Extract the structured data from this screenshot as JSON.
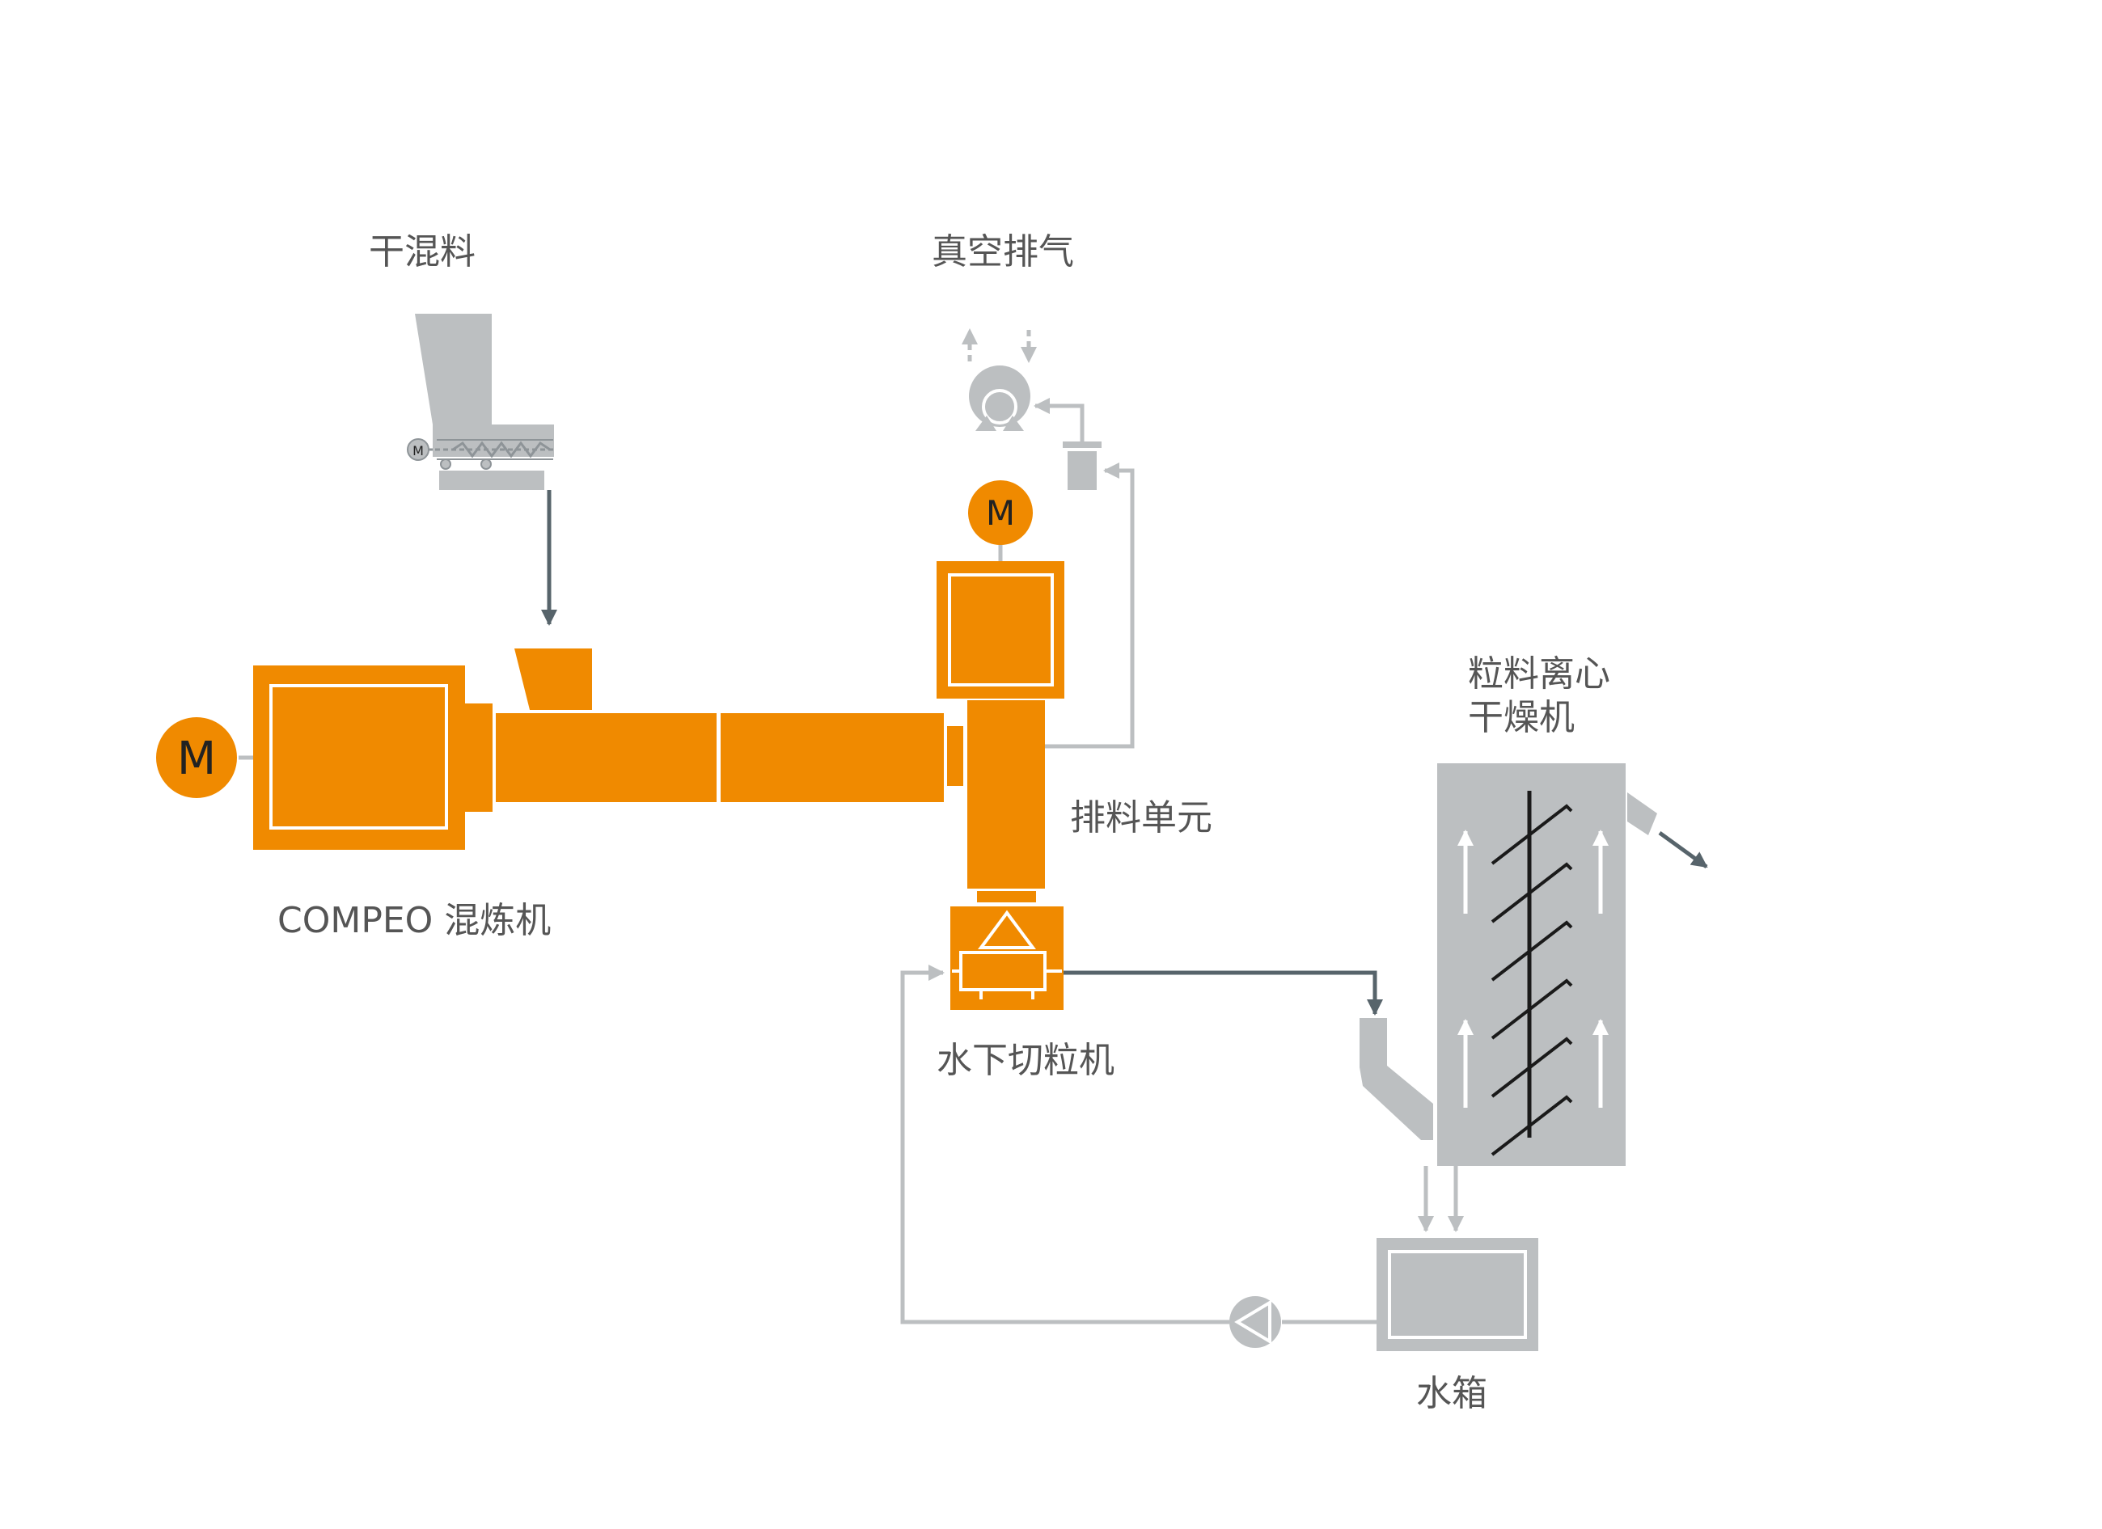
{
  "labels": {
    "dry_blend": "干混料",
    "vacuum": "真空排气",
    "compounder": "COMPEO 混炼机",
    "discharge": "排料单元",
    "pelletizer": "水下切粒机",
    "dryer": "粒料离心\n干燥机",
    "water_tank": "水箱"
  },
  "motor_label": "M",
  "colors": {
    "equipment": "#F08A00",
    "auxiliary": "#BCBFC1",
    "material_flow": "#57646B",
    "water_flow": "#BCBFC1",
    "text": "#555555"
  }
}
